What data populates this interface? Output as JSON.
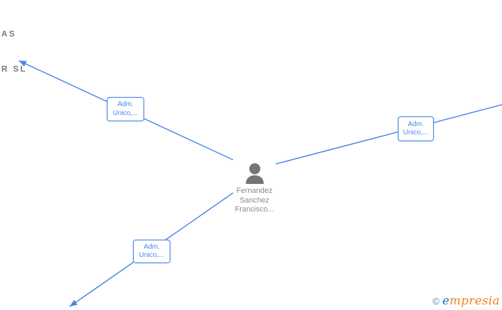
{
  "diagram": {
    "background_color": "#ffffff",
    "edge_color": "#4a86e8",
    "partial_node": {
      "line1": "AS",
      "line2": "R SL",
      "text_color": "#7b7b7b"
    },
    "center_node": {
      "icon": "person-icon",
      "icon_color": "#757575",
      "name_line1": "Fernandez",
      "name_line2": "Sanchez",
      "name_line3": "Francisco...",
      "name_color": "#8b8b8b"
    },
    "edge_labels": [
      {
        "line1": "Adm.",
        "line2": "Unico,..."
      },
      {
        "line1": "Adm.",
        "line2": "Unico,..."
      },
      {
        "line1": "Adm.",
        "line2": "Unico,..."
      }
    ]
  },
  "logo": {
    "copyright": "©",
    "brand_first_letter": "e",
    "brand_rest": "mpresia",
    "copyright_color": "#5d89a6",
    "first_letter_color": "#1d71ba",
    "brand_color": "#f08019"
  }
}
